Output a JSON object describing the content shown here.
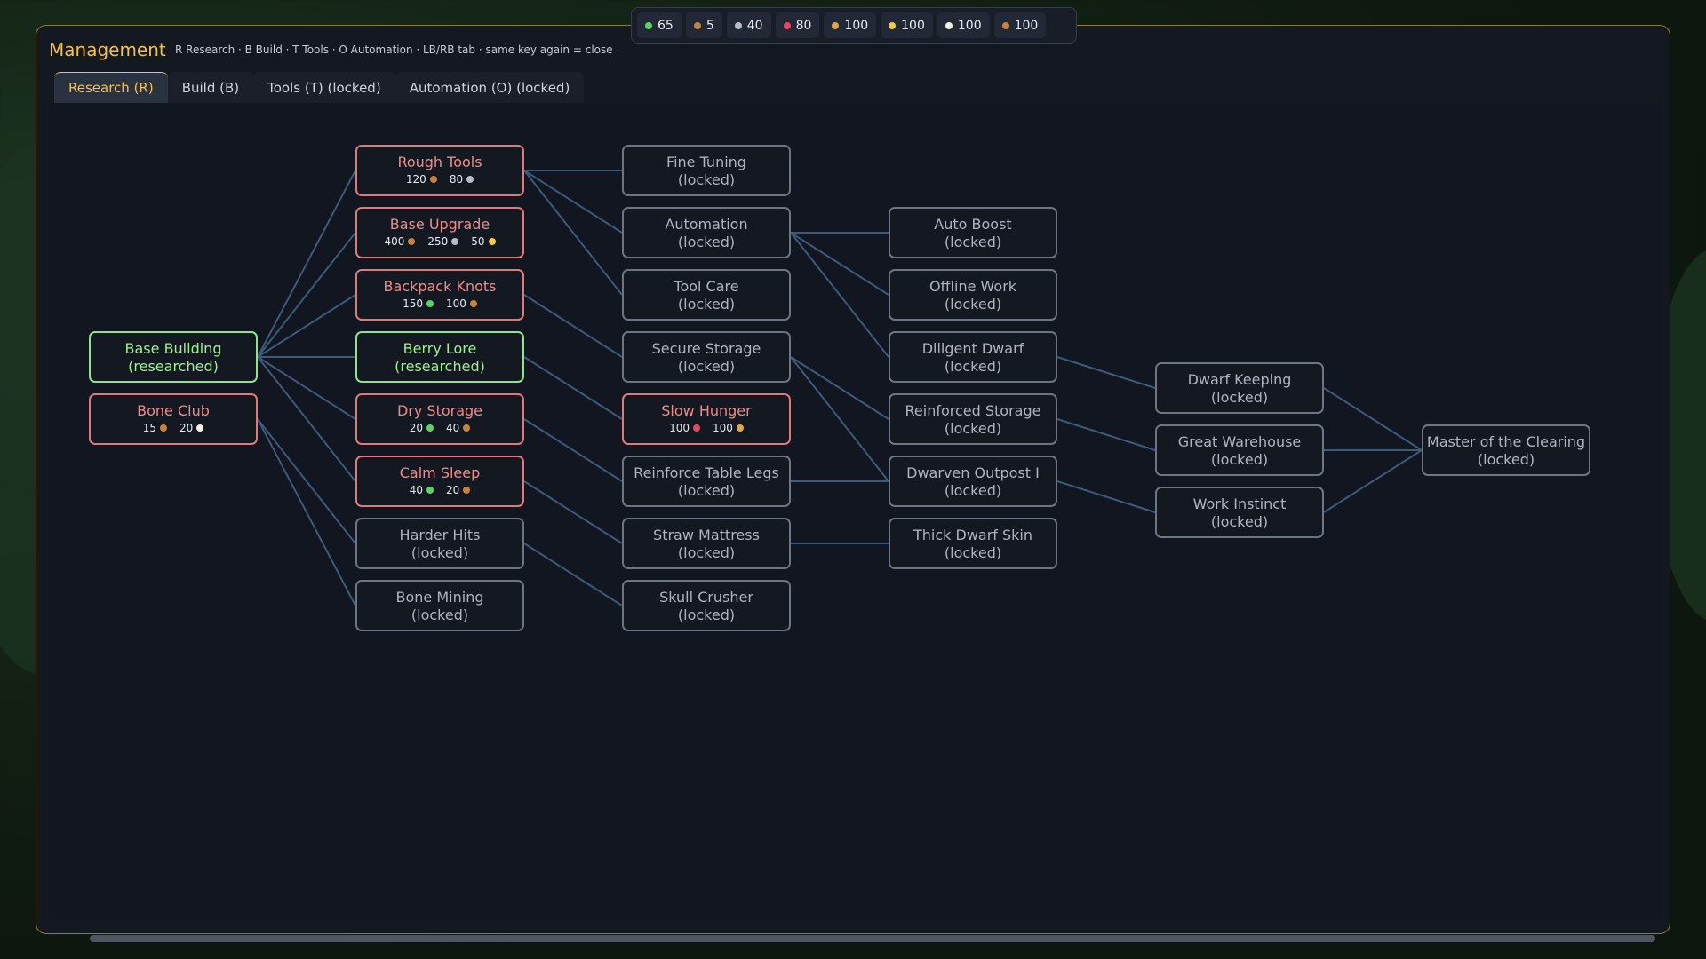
{
  "resources": [
    {
      "value": "65",
      "color": "#59d65f"
    },
    {
      "value": "5",
      "color": "#c9823c"
    },
    {
      "value": "40",
      "color": "#b8bcc6"
    },
    {
      "value": "80",
      "color": "#e8475f"
    },
    {
      "value": "100",
      "color": "#e0a64a"
    },
    {
      "value": "100",
      "color": "#f2c94c"
    },
    {
      "value": "100",
      "color": "#f4f1e6"
    },
    {
      "value": "100",
      "color": "#c9823c"
    }
  ],
  "panel": {
    "title": "Management",
    "hint": "R Research · B Build · T Tools · O Automation · LB/RB tab · same key again = close"
  },
  "tabs": [
    {
      "label": "Research (R)",
      "active": true
    },
    {
      "label": "Build (B)",
      "active": false
    },
    {
      "label": "Tools (T)  (locked)",
      "active": false
    },
    {
      "label": "Automation (O)  (locked)",
      "active": false
    }
  ],
  "nodes": [
    {
      "id": "base-building",
      "name": "Base Building",
      "sub": "(researched)",
      "state": "researched"
    },
    {
      "id": "bone-club",
      "name": "Bone Club",
      "state": "available",
      "cost": [
        {
          "amount": "15",
          "color": "#c9823c"
        },
        {
          "amount": "20",
          "color": "#f4f1e6"
        }
      ]
    },
    {
      "id": "rough-tools",
      "name": "Rough Tools",
      "state": "available",
      "cost": [
        {
          "amount": "120",
          "color": "#c9823c"
        },
        {
          "amount": "80",
          "color": "#b8bcc6"
        }
      ]
    },
    {
      "id": "base-upgrade",
      "name": "Base Upgrade",
      "state": "available",
      "cost": [
        {
          "amount": "400",
          "color": "#c9823c"
        },
        {
          "amount": "250",
          "color": "#b8bcc6"
        },
        {
          "amount": "50",
          "color": "#f2c94c"
        }
      ]
    },
    {
      "id": "backpack-knots",
      "name": "Backpack Knots",
      "state": "available",
      "cost": [
        {
          "amount": "150",
          "color": "#59d65f"
        },
        {
          "amount": "100",
          "color": "#c9823c"
        }
      ]
    },
    {
      "id": "berry-lore",
      "name": "Berry Lore",
      "sub": "(researched)",
      "state": "researched"
    },
    {
      "id": "dry-storage",
      "name": "Dry Storage",
      "state": "available",
      "cost": [
        {
          "amount": "20",
          "color": "#59d65f"
        },
        {
          "amount": "40",
          "color": "#c9823c"
        }
      ]
    },
    {
      "id": "calm-sleep",
      "name": "Calm Sleep",
      "state": "available",
      "cost": [
        {
          "amount": "40",
          "color": "#59d65f"
        },
        {
          "amount": "20",
          "color": "#c9823c"
        }
      ]
    },
    {
      "id": "harder-hits",
      "name": "Harder Hits",
      "sub": "(locked)",
      "state": "locked"
    },
    {
      "id": "bone-mining",
      "name": "Bone Mining",
      "sub": "(locked)",
      "state": "locked"
    },
    {
      "id": "fine-tuning",
      "name": "Fine Tuning",
      "sub": "(locked)",
      "state": "locked"
    },
    {
      "id": "automation",
      "name": "Automation",
      "sub": "(locked)",
      "state": "locked"
    },
    {
      "id": "tool-care",
      "name": "Tool Care",
      "sub": "(locked)",
      "state": "locked"
    },
    {
      "id": "secure-storage",
      "name": "Secure Storage",
      "sub": "(locked)",
      "state": "locked"
    },
    {
      "id": "slow-hunger",
      "name": "Slow Hunger",
      "state": "available",
      "cost": [
        {
          "amount": "100",
          "color": "#e8475f"
        },
        {
          "amount": "100",
          "color": "#e0a64a"
        }
      ]
    },
    {
      "id": "reinforce-table-legs",
      "name": "Reinforce Table Legs",
      "sub": "(locked)",
      "state": "locked"
    },
    {
      "id": "straw-mattress",
      "name": "Straw Mattress",
      "sub": "(locked)",
      "state": "locked"
    },
    {
      "id": "skull-crusher",
      "name": "Skull Crusher",
      "sub": "(locked)",
      "state": "locked"
    },
    {
      "id": "auto-boost",
      "name": "Auto Boost",
      "sub": "(locked)",
      "state": "locked"
    },
    {
      "id": "offline-work",
      "name": "Offline Work",
      "sub": "(locked)",
      "state": "locked"
    },
    {
      "id": "diligent-dwarf",
      "name": "Diligent Dwarf",
      "sub": "(locked)",
      "state": "locked"
    },
    {
      "id": "reinforced-storage",
      "name": "Reinforced Storage",
      "sub": "(locked)",
      "state": "locked"
    },
    {
      "id": "dwarven-outpost-i",
      "name": "Dwarven Outpost I",
      "sub": "(locked)",
      "state": "locked"
    },
    {
      "id": "thick-dwarf-skin",
      "name": "Thick Dwarf Skin",
      "sub": "(locked)",
      "state": "locked"
    },
    {
      "id": "dwarf-keeping",
      "name": "Dwarf Keeping",
      "sub": "(locked)",
      "state": "locked"
    },
    {
      "id": "great-warehouse",
      "name": "Great Warehouse",
      "sub": "(locked)",
      "state": "locked"
    },
    {
      "id": "work-instinct",
      "name": "Work Instinct",
      "sub": "(locked)",
      "state": "locked"
    },
    {
      "id": "master-of-the-clearing",
      "name": "Master of the Clearing",
      "sub": "(locked)",
      "state": "locked"
    }
  ],
  "links": [
    [
      "base-building",
      "rough-tools"
    ],
    [
      "base-building",
      "base-upgrade"
    ],
    [
      "base-building",
      "backpack-knots"
    ],
    [
      "base-building",
      "berry-lore"
    ],
    [
      "base-building",
      "dry-storage"
    ],
    [
      "base-building",
      "calm-sleep"
    ],
    [
      "bone-club",
      "harder-hits"
    ],
    [
      "bone-club",
      "bone-mining"
    ],
    [
      "rough-tools",
      "fine-tuning"
    ],
    [
      "rough-tools",
      "automation"
    ],
    [
      "rough-tools",
      "tool-care"
    ],
    [
      "backpack-knots",
      "secure-storage"
    ],
    [
      "berry-lore",
      "slow-hunger"
    ],
    [
      "dry-storage",
      "reinforce-table-legs"
    ],
    [
      "calm-sleep",
      "straw-mattress"
    ],
    [
      "harder-hits",
      "skull-crusher"
    ],
    [
      "automation",
      "auto-boost"
    ],
    [
      "automation",
      "offline-work"
    ],
    [
      "automation",
      "diligent-dwarf"
    ],
    [
      "secure-storage",
      "reinforced-storage"
    ],
    [
      "secure-storage",
      "dwarven-outpost-i"
    ],
    [
      "reinforce-table-legs",
      "dwarven-outpost-i"
    ],
    [
      "straw-mattress",
      "thick-dwarf-skin"
    ],
    [
      "diligent-dwarf",
      "dwarf-keeping"
    ],
    [
      "reinforced-storage",
      "great-warehouse"
    ],
    [
      "dwarven-outpost-i",
      "work-instinct"
    ],
    [
      "dwarf-keeping",
      "master-of-the-clearing"
    ],
    [
      "great-warehouse",
      "master-of-the-clearing"
    ],
    [
      "work-instinct",
      "master-of-the-clearing"
    ]
  ],
  "scroll_position": 0.0
}
